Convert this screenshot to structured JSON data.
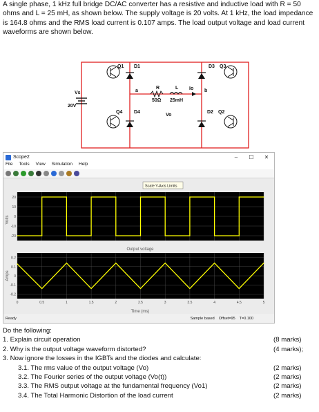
{
  "problem": {
    "text": "A single phase, 1 kHz full bridge DC/AC converter has a resistive and inductive load with R = 50 ohms and L = 25 mH, as shown below. The supply voltage is 20 volts. At 1 kHz, the load impedance is 164.8 ohms and the RMS load current is 0.107 amps. The load output voltage and load current waveforms are shown below."
  },
  "circuit": {
    "labels": {
      "q1": "Q1",
      "d1": "D1",
      "d3": "D3",
      "q3": "Q3",
      "q4": "Q4",
      "d4": "D4",
      "d2": "D2",
      "q2": "Q2",
      "vs": "Vs",
      "supply": "20V",
      "r": "R",
      "r_val": "50Ω",
      "l": "L",
      "l_val": "25mH",
      "io": "Io",
      "node_a": "a",
      "node_b": "b",
      "vo": "Vo"
    }
  },
  "scope": {
    "window_title": "Scope2",
    "menu": [
      "File",
      "Tools",
      "View",
      "Simulation",
      "Help"
    ],
    "window_controls": [
      "–",
      "☐",
      "✕"
    ],
    "scale_button": "Scale Y-Axis Limits",
    "status_left": "Ready",
    "status_right": [
      "Sample based",
      "Offset=95",
      "T=0.100"
    ],
    "colors": {
      "background": "#000000",
      "trace": "#ffff00",
      "grid": "#555555",
      "figure": "#ebebeb"
    }
  },
  "chart_data": [
    {
      "type": "line",
      "title": "",
      "ylabel": "Volts",
      "xlabel": "",
      "xlim": [
        0,
        5
      ],
      "ylim": [
        -25,
        25
      ],
      "yticks": [
        -20,
        -10,
        0,
        10,
        20
      ],
      "grid": true,
      "series": [
        {
          "x": [
            0,
            0.5,
            0.5,
            1.0,
            1.0,
            1.5,
            1.5,
            2.0,
            2.0,
            2.5,
            2.5,
            3.0,
            3.0,
            3.5,
            3.5,
            4.0,
            4.0,
            4.5,
            4.5,
            5.0
          ],
          "values": [
            -20,
            -20,
            20,
            20,
            -20,
            -20,
            20,
            20,
            -20,
            -20,
            20,
            20,
            -20,
            -20,
            20,
            20,
            -20,
            -20,
            20,
            20
          ]
        }
      ]
    },
    {
      "type": "line",
      "title": "Output voltage",
      "ylabel": "Amps",
      "xlabel": "Time (ms)",
      "xlim": [
        0,
        5
      ],
      "ylim": [
        -0.25,
        0.25
      ],
      "xticks": [
        "0",
        "0.5",
        "1",
        "1.5",
        "2",
        "2.5",
        "3",
        "3.5",
        "4",
        "4.5",
        "5"
      ],
      "yticks": [
        "-0.2",
        "-0.1",
        "0",
        "0.1",
        "0.2"
      ],
      "grid": true,
      "series": [
        {
          "x": [
            0,
            0.5,
            1.0,
            1.5,
            2.0,
            2.5,
            3.0,
            3.5,
            4.0,
            4.5,
            5.0
          ],
          "values": [
            0.13,
            -0.14,
            0.14,
            -0.14,
            0.14,
            -0.14,
            0.14,
            -0.14,
            0.14,
            -0.14,
            0.14
          ]
        }
      ]
    }
  ],
  "questions": {
    "heading": "Do the following:",
    "items": [
      {
        "text": "1.  Explain circuit operation",
        "marks": "(8 marks)"
      },
      {
        "text": "2.  Why is the output voltage waveform distorted?",
        "marks": "(4 marks);"
      },
      {
        "text": "3.  Now ignore the losses in the IGBTs and the diodes and calculate:",
        "marks": ""
      }
    ],
    "subitems": [
      {
        "text": "3.1. The rms value of the output voltage (Vo)",
        "marks": "(2 marks)"
      },
      {
        "text": "3.2. The Fourier series of the output voltage (Vo(t))",
        "marks": "(2 marks)"
      },
      {
        "text": "3.3. The RMS output voltage at the fundamental frequency (Vo1)",
        "marks": "(2 marks)"
      },
      {
        "text": "3.4. The Total Harmonic Distortion of the load current",
        "marks": "(2 marks)"
      }
    ]
  }
}
